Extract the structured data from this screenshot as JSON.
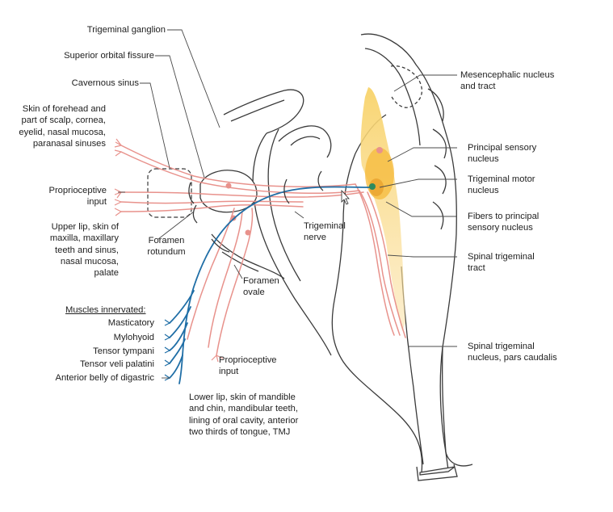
{
  "labels": {
    "trigeminal_ganglion": "Trigeminal ganglion",
    "superior_orbital_fissure": "Superior orbital fissure",
    "cavernous_sinus": "Cavernous sinus",
    "skin_forehead": "Skin of forehead and\npart of scalp, cornea,\neyelid, nasal mucosa,\nparanasal sinuses",
    "proprioceptive_input_upper": "Proprioceptive\ninput",
    "upper_lip": "Upper lip, skin of\nmaxilla, maxillary\nteeth and sinus,\nnasal mucosa,\npalate",
    "foramen_rotundum": "Foramen\nrotundum",
    "foramen_ovale": "Foramen\novale",
    "trigeminal_nerve": "Trigeminal\nnerve",
    "mesencephalic": "Mesencephalic nucleus\nand tract",
    "principal_sensory": "Principal sensory\nnucleus",
    "trigeminal_motor": "Trigeminal motor\nnucleus",
    "fibers_principal": "Fibers to principal\nsensory nucleus",
    "spinal_tract": "Spinal trigeminal\ntract",
    "spinal_nucleus": "Spinal trigeminal\nnucleus, pars caudalis",
    "proprioceptive_input_lower": "Proprioceptive\ninput",
    "lower_lip": "Lower lip, skin of mandible\nand chin, mandibular teeth,\nlining of oral cavity, anterior\ntwo thirds of tongue, TMJ"
  },
  "muscles": {
    "heading": "Muscles innervated:",
    "items": [
      "Masticatory",
      "Mylohyoid",
      "Tensor tympani",
      "Tensor veli palatini",
      "Anterior belly of digastric"
    ]
  },
  "colors": {
    "sensory_nerve": "#e8928c",
    "motor_nerve": "#1f6ea6",
    "nucleus_region": "#f6c24a",
    "outline": "#3a3a3a"
  }
}
